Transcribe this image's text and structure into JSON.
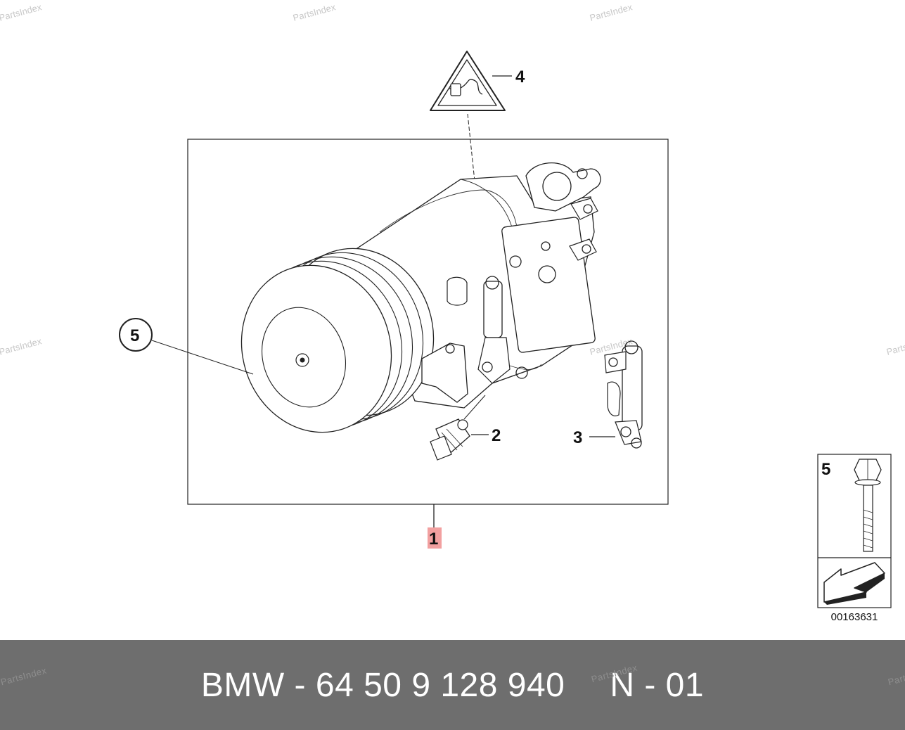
{
  "callouts": {
    "c1": "1",
    "c2": "2",
    "c3": "3",
    "c4": "4",
    "c5": "5",
    "inset_c5": "5"
  },
  "watermark": "PartsIndex",
  "diagram_id": "00163631",
  "footer": {
    "brand_part": "BMW - 64 50 9 128 940",
    "variant": "N - 01"
  },
  "colors": {
    "highlight": "#f2a0a0",
    "footer_bg": "#6e6e6e"
  }
}
